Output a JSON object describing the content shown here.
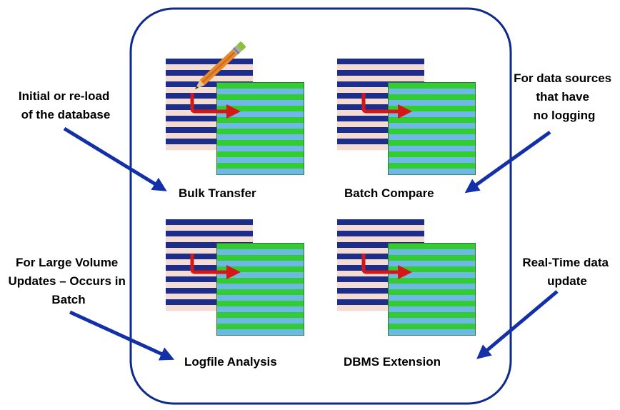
{
  "colors": {
    "frame": "#0d2a8c",
    "navy_stripe": "#1c2d8c",
    "pink_stripe": "#f4dcd2",
    "green_stripe": "#33cc33",
    "blue_stripe": "#6db8e6",
    "transfer_arrow": "#d41818",
    "pointer_arrow": "#1430a8",
    "text": "#000000"
  },
  "methods": {
    "bulk_transfer": "Bulk Transfer",
    "batch_compare": "Batch Compare",
    "logfile_analysis": "Logfile Analysis",
    "dbms_extension": "DBMS Extension"
  },
  "notes": {
    "initial_reload": [
      "Initial or re-load",
      "of the database"
    ],
    "no_logging": [
      "For data sources",
      "that have",
      "no logging"
    ],
    "large_volume": [
      "For Large Volume",
      "Updates – Occurs in",
      "Batch"
    ],
    "real_time": [
      "Real-Time data",
      "update"
    ]
  },
  "icons": {
    "edit": "pencil-icon"
  }
}
